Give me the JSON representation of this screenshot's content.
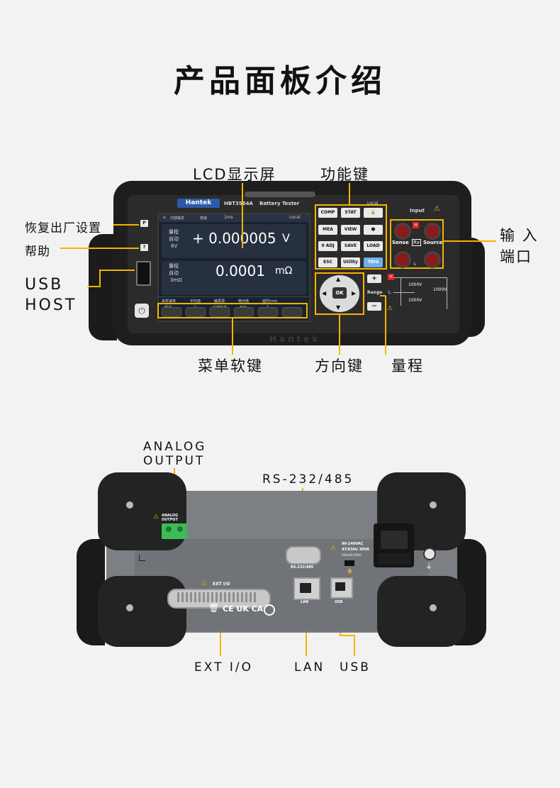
{
  "title": "产品面板介绍",
  "front": {
    "brand": "Hantek",
    "model": "HBT3564A",
    "device_title": "Battery Tester",
    "bottom_logo": "Hantek",
    "local_top": "Local",
    "input_label": "Input",
    "sense_label": "Sense",
    "rx_label": "Rx",
    "source_label": "Source",
    "h_label": "H",
    "l_label": "L",
    "p_key": "P",
    "help_key": "?",
    "volt_rating_1": "1000V",
    "volt_rating_2": "1000V",
    "volt_rating_3": "1000V",
    "range_label": "Range",
    "plus": "+",
    "minus": "−",
    "ok": "OK",
    "screen": {
      "status": {
        "trigger": "内部触发",
        "speed": "慢速",
        "time": "1ms",
        "local": "Local"
      },
      "row1": {
        "range": "量程",
        "mode": "自动",
        "range_val": "6V",
        "value": "+ 0.000005",
        "unit": "V"
      },
      "row2": {
        "range": "量程",
        "mode": "自动",
        "range_val": "3mΩ",
        "value": "0.0001",
        "unit": "mΩ"
      },
      "menu": [
        {
          "label": "采样速率",
          "value": "慢速"
        },
        {
          "label": "平均值",
          "value": "1"
        },
        {
          "label": "触发源",
          "value": "内部触发"
        },
        {
          "label": "绝对值",
          "value": "开启"
        },
        {
          "label": "延时(ms)",
          "value": "1"
        }
      ]
    },
    "function_keys": [
      "COMP",
      "STAT",
      "🔒",
      "MEA",
      "VIEW",
      "🖶",
      "0 ADJ",
      "SAVE",
      "LOAD",
      "ESC",
      "Utility",
      "TRIG"
    ]
  },
  "front_labels": {
    "lcd": "LCD显示屏",
    "function_keys": "功能键",
    "reset": "恢复出厂设置",
    "help": "帮助",
    "usb_host_1": "USB",
    "usb_host_2": "HOST",
    "input_port_1": "输 入",
    "input_port_2": "端口",
    "softkeys": "菜单软键",
    "direction": "方向键",
    "range": "量程"
  },
  "rear": {
    "analog_panel": "ANALOG OUTPUT",
    "ext_io_panel": "EXT I/O",
    "rs232_panel": "RS-232/485",
    "lan_panel": "LAN",
    "usb_panel": "USB",
    "power_spec_1": "90-240VAC",
    "power_spec_2": "47/63Hz 30VA",
    "power_spec_3": "250mA(250V)",
    "cert": "CE UK CA"
  },
  "rear_labels": {
    "analog_1": "ANALOG",
    "analog_2": "OUTPUT",
    "rs232": "RS-232/485",
    "ext_io": "EXT I/O",
    "lan": "LAN",
    "usb": "USB"
  }
}
